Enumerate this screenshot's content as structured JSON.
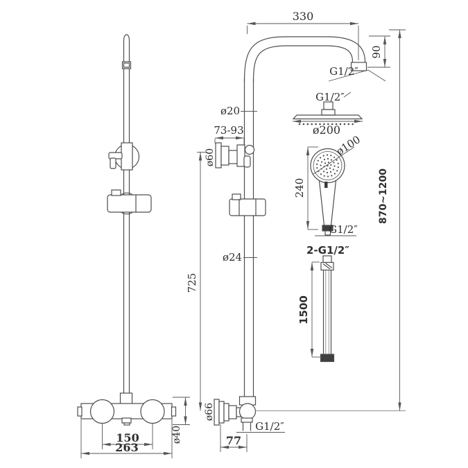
{
  "figure_type": "technical-drawing",
  "product": "thermostatic shower column with riser rail, overhead shower and hand shower",
  "dims": {
    "arm_length": "330",
    "arm_height": "90",
    "arm_thread": "G1/2″",
    "head_thread": "G1/2″",
    "head_diameter": "ø200",
    "handset_diameter": "ø100",
    "handset_length": "240",
    "handset_thread": "G1/2″",
    "pipe_top_diameter": "ø20",
    "bracket_range": "73-93",
    "bracket_flange_diameter": "ø60",
    "lower_pipe_length": "725",
    "lower_pipe_diameter": "ø24",
    "overall_height": "870~1200",
    "hose_threads": "2-G1/2″",
    "hose_length": "1500",
    "inlet_flange_diameter": "ø66",
    "inlet_offset": "77",
    "inlet_thread": "G1/2″",
    "valve_inlet_centres": "150",
    "valve_width": "263",
    "valve_body_diameter": "ø40"
  },
  "colors": {
    "background": "#ffffff",
    "line": "#4d4d4d",
    "dimension": "#565656",
    "text": "#2f2f2f"
  }
}
